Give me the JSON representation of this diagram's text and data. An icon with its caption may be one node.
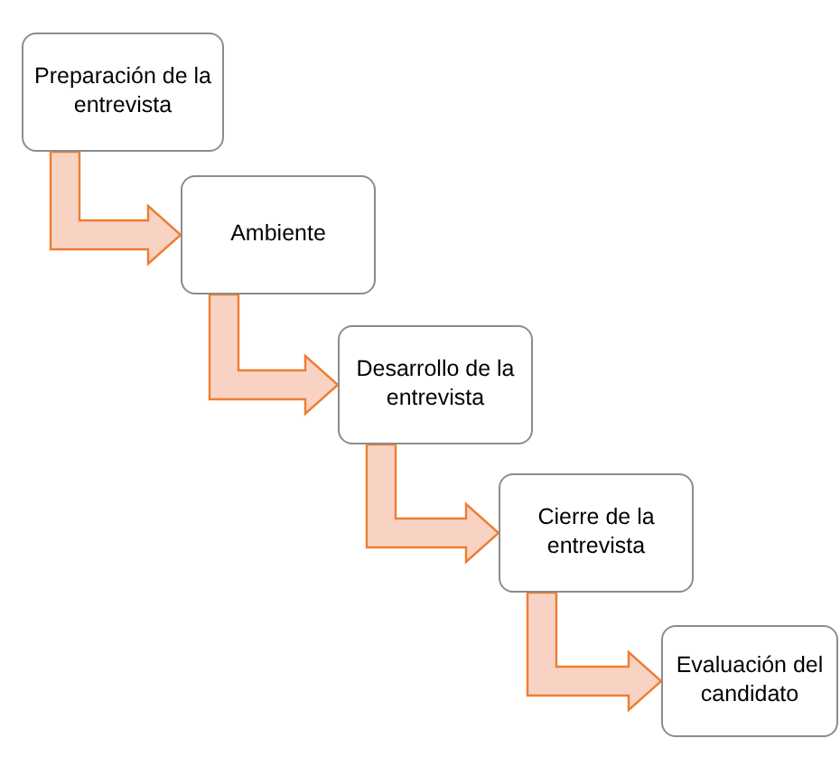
{
  "diagram": {
    "nodes": [
      {
        "text": [
          "Preparación de la entrevista"
        ]
      },
      {
        "text": [
          "Ambiente"
        ]
      },
      {
        "text": [
          "Desarrollo de la entrevista"
        ]
      },
      {
        "text": [
          "Cierre de la entrevista"
        ]
      },
      {
        "text": [
          "Evaluación del candidato"
        ]
      }
    ],
    "edges": [
      {
        "from": 0,
        "to": 1,
        "arrow": "to"
      },
      {
        "from": 1,
        "to": 2,
        "arrow": "to"
      },
      {
        "from": 2,
        "to": 3,
        "arrow": "to"
      },
      {
        "from": 3,
        "to": 4,
        "arrow": "to"
      }
    ]
  }
}
